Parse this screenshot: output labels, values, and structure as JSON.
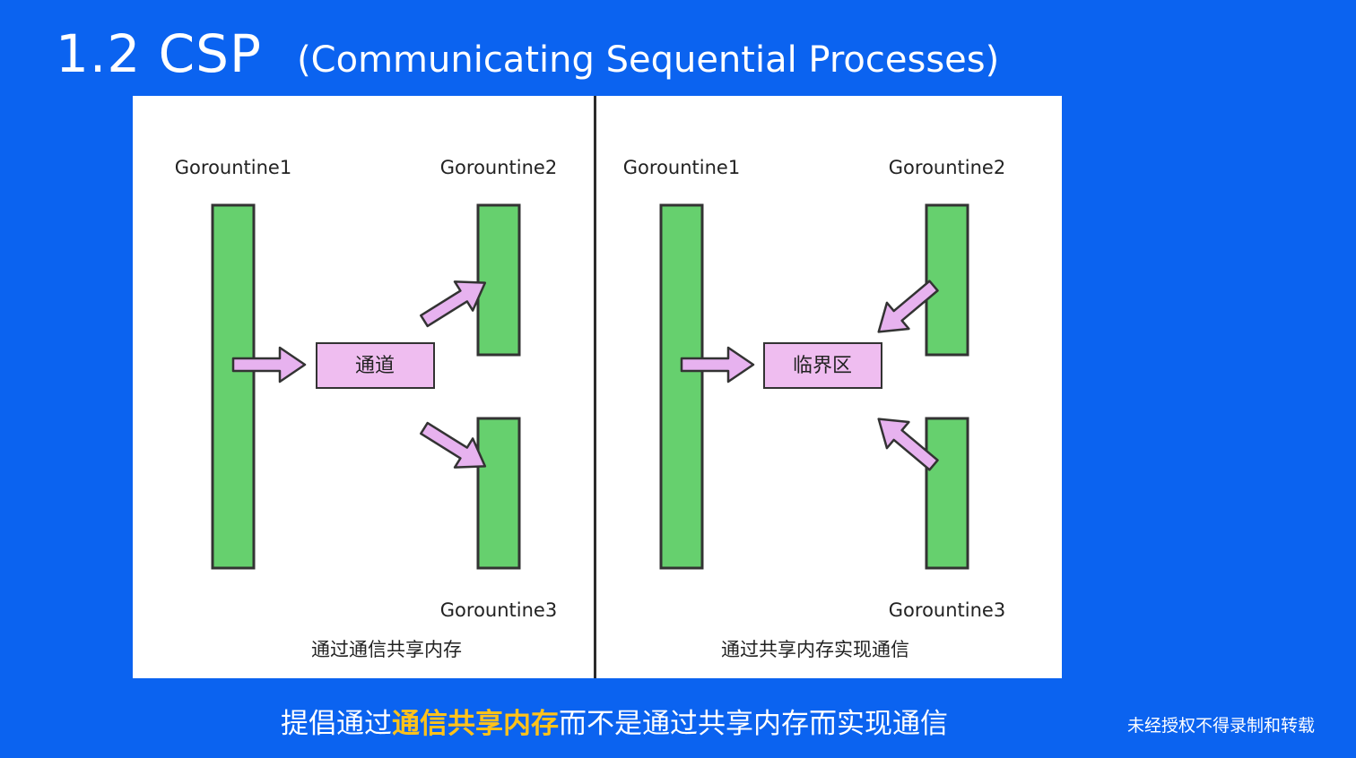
{
  "title": {
    "number": "1.2 CSP",
    "subtitle": "(Communicating Sequential Processes)"
  },
  "left_diagram": {
    "g1": "Gorountine1",
    "g2": "Gorountine2",
    "g3": "Gorountine3",
    "box": "通道",
    "caption": "通过通信共享内存"
  },
  "right_diagram": {
    "g1": "Gorountine1",
    "g2": "Gorountine2",
    "g3": "Gorountine3",
    "box": "临界区",
    "caption": "通过共享内存实现通信"
  },
  "footer": {
    "caption_pre": "提倡通过",
    "caption_highlight": "通信共享内存",
    "caption_post": "而不是通过共享内存而实现通信",
    "notice": "未经授权不得录制和转载"
  },
  "colors": {
    "background": "#0b63f0",
    "bar_fill": "#66d06e",
    "box_fill": "#efbdf0",
    "arrow_fill": "#e7b2ef",
    "highlight": "#ffc21a"
  }
}
